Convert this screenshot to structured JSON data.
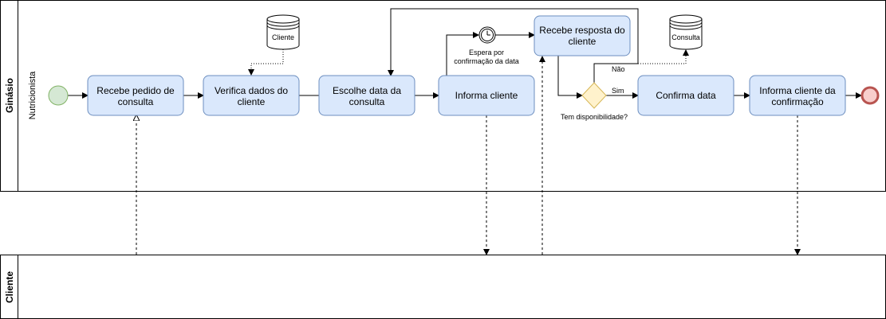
{
  "pools": {
    "ginasio": {
      "title": "Ginásio",
      "lane": "Nutricionista"
    },
    "cliente": {
      "title": "Cliente"
    }
  },
  "tasks": {
    "t1": [
      "Recebe pedido de",
      "consulta"
    ],
    "t2": [
      "Verifica dados do",
      "cliente"
    ],
    "t3": [
      "Escolhe data da",
      "consulta"
    ],
    "t4": [
      "Informa cliente"
    ],
    "t5": [
      "Recebe resposta do",
      "cliente"
    ],
    "t6": [
      "Confirma data"
    ],
    "t7": [
      "Informa cliente da",
      "confirmação"
    ]
  },
  "timer": {
    "label": [
      "Espera por",
      "confirmação da data"
    ]
  },
  "gateway": {
    "label": "Tem disponibilidade?",
    "yes": "Sim",
    "no": "Não"
  },
  "datastores": {
    "cliente": "Cliente",
    "consulta": "Consulta"
  },
  "colors": {
    "task_fill": "#dae8fc",
    "task_stroke": "#6c8ebf",
    "start_fill": "#d5e8d4",
    "start_stroke": "#82b366",
    "end_fill": "#f8cecc",
    "end_stroke": "#b85450",
    "gateway_fill": "#fff2cc",
    "gateway_stroke": "#d6b656"
  }
}
